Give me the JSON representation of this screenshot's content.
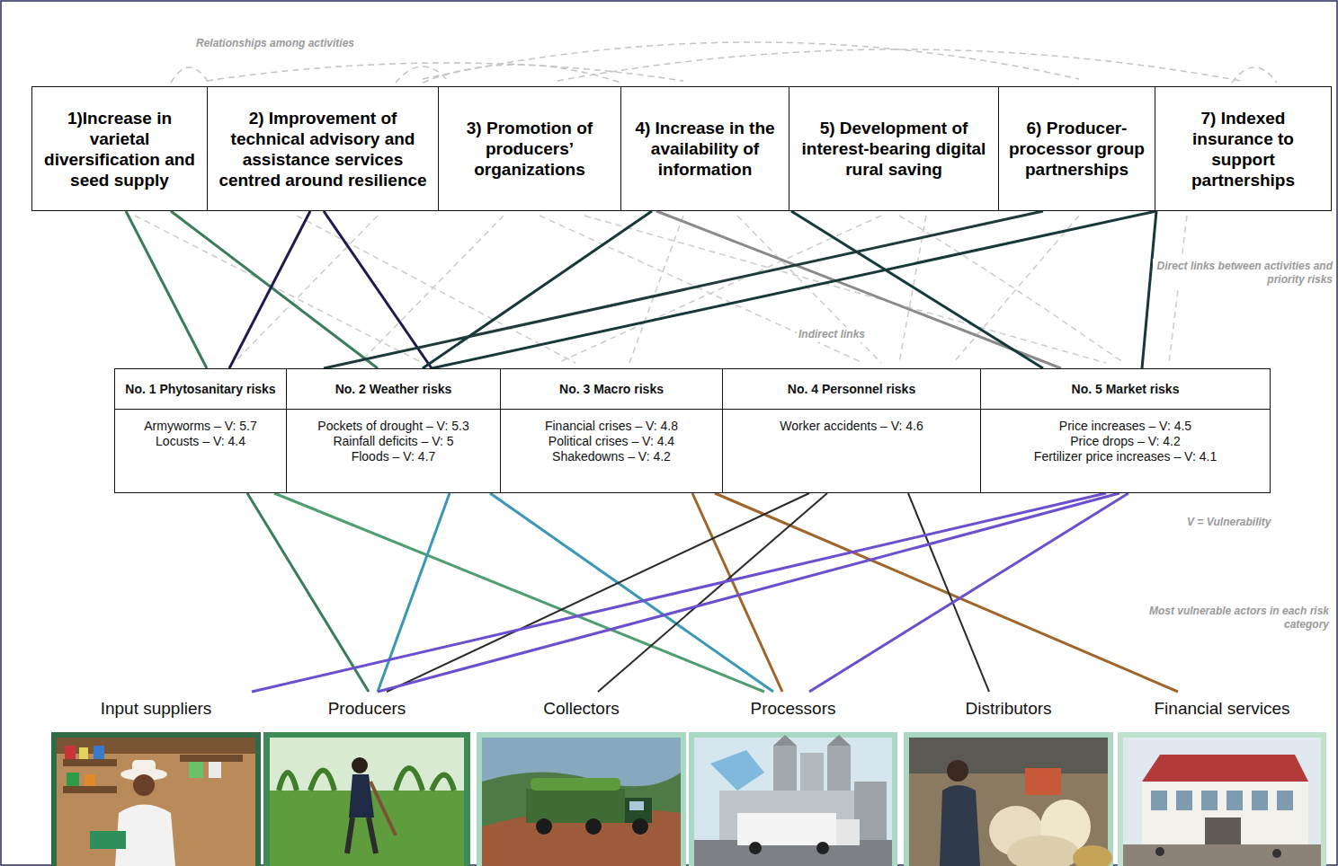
{
  "diagram": {
    "nodes": [
      {
        "text": [
          "1)Increase in varietal diversification and seed supply"
        ]
      },
      {
        "text": [
          "2) Improvement of technical advisory and assistance services centred around resilience"
        ]
      },
      {
        "text": [
          "3) Promotion of producers’ organizations"
        ]
      },
      {
        "text": [
          "4) Increase in the availability of information"
        ]
      },
      {
        "text": [
          "5) Development of interest-bearing digital rural saving"
        ]
      },
      {
        "text": [
          "6) Producer-processor group partnerships"
        ]
      },
      {
        "text": [
          "7) Indexed insurance to support partnerships"
        ]
      },
      {
        "text": [
          "No. 1 Phytosanitary risks",
          "Armyworms – V: 5.7",
          "Locusts – V: 4.4"
        ]
      },
      {
        "text": [
          "No. 2 Weather risks",
          "Pockets of drought – V: 5.3",
          "Rainfall deficits – V: 5",
          "Floods – V: 4.7"
        ]
      },
      {
        "text": [
          "No. 3 Macro risks",
          "Financial crises – V: 4.8",
          "Political crises – V: 4.4",
          "Shakedowns – V: 4.2"
        ]
      },
      {
        "text": [
          "No. 4 Personnel risks",
          "Worker accidents – V: 4.6"
        ]
      },
      {
        "text": [
          "No. 5 Market risks",
          "Price increases – V: 4.5",
          "Price drops – V: 4.2",
          "Fertilizer price increases – V: 4.1"
        ]
      },
      {
        "text": [
          "Input suppliers"
        ]
      },
      {
        "text": [
          "Producers"
        ]
      },
      {
        "text": [
          "Collectors"
        ]
      },
      {
        "text": [
          "Processors"
        ]
      },
      {
        "text": [
          "Distributors"
        ]
      },
      {
        "text": [
          "Financial services"
        ]
      }
    ],
    "edges": [
      {
        "from": 0,
        "to": 7,
        "arrow": "none"
      },
      {
        "from": 0,
        "to": 8,
        "arrow": "none"
      },
      {
        "from": 1,
        "to": 7,
        "arrow": "none"
      },
      {
        "from": 1,
        "to": 8,
        "arrow": "none"
      },
      {
        "from": 3,
        "to": 8,
        "arrow": "none"
      },
      {
        "from": 3,
        "to": 11,
        "arrow": "none"
      },
      {
        "from": 4,
        "to": 11,
        "arrow": "none"
      },
      {
        "from": 5,
        "to": 8,
        "arrow": "none"
      },
      {
        "from": 6,
        "to": 8,
        "arrow": "none"
      },
      {
        "from": 6,
        "to": 11,
        "arrow": "none"
      },
      {
        "from": 7,
        "to": 13,
        "arrow": "none"
      },
      {
        "from": 7,
        "to": 15,
        "arrow": "none"
      },
      {
        "from": 8,
        "to": 13,
        "arrow": "none"
      },
      {
        "from": 8,
        "to": 15,
        "arrow": "none"
      },
      {
        "from": 9,
        "to": 15,
        "arrow": "none"
      },
      {
        "from": 9,
        "to": 17,
        "arrow": "none"
      },
      {
        "from": 10,
        "to": 13,
        "arrow": "none"
      },
      {
        "from": 10,
        "to": 14,
        "arrow": "none"
      },
      {
        "from": 10,
        "to": 16,
        "arrow": "none"
      },
      {
        "from": 11,
        "to": 12,
        "arrow": "none"
      },
      {
        "from": 11,
        "to": 13,
        "arrow": "none"
      },
      {
        "from": 11,
        "to": 15,
        "arrow": "none"
      }
    ],
    "labels": [
      "Relationships among activities",
      "Direct links between activities and priority risks",
      "Indirect links",
      "V = Vulnerability",
      "Most vulnerable actors in each risk category"
    ]
  }
}
